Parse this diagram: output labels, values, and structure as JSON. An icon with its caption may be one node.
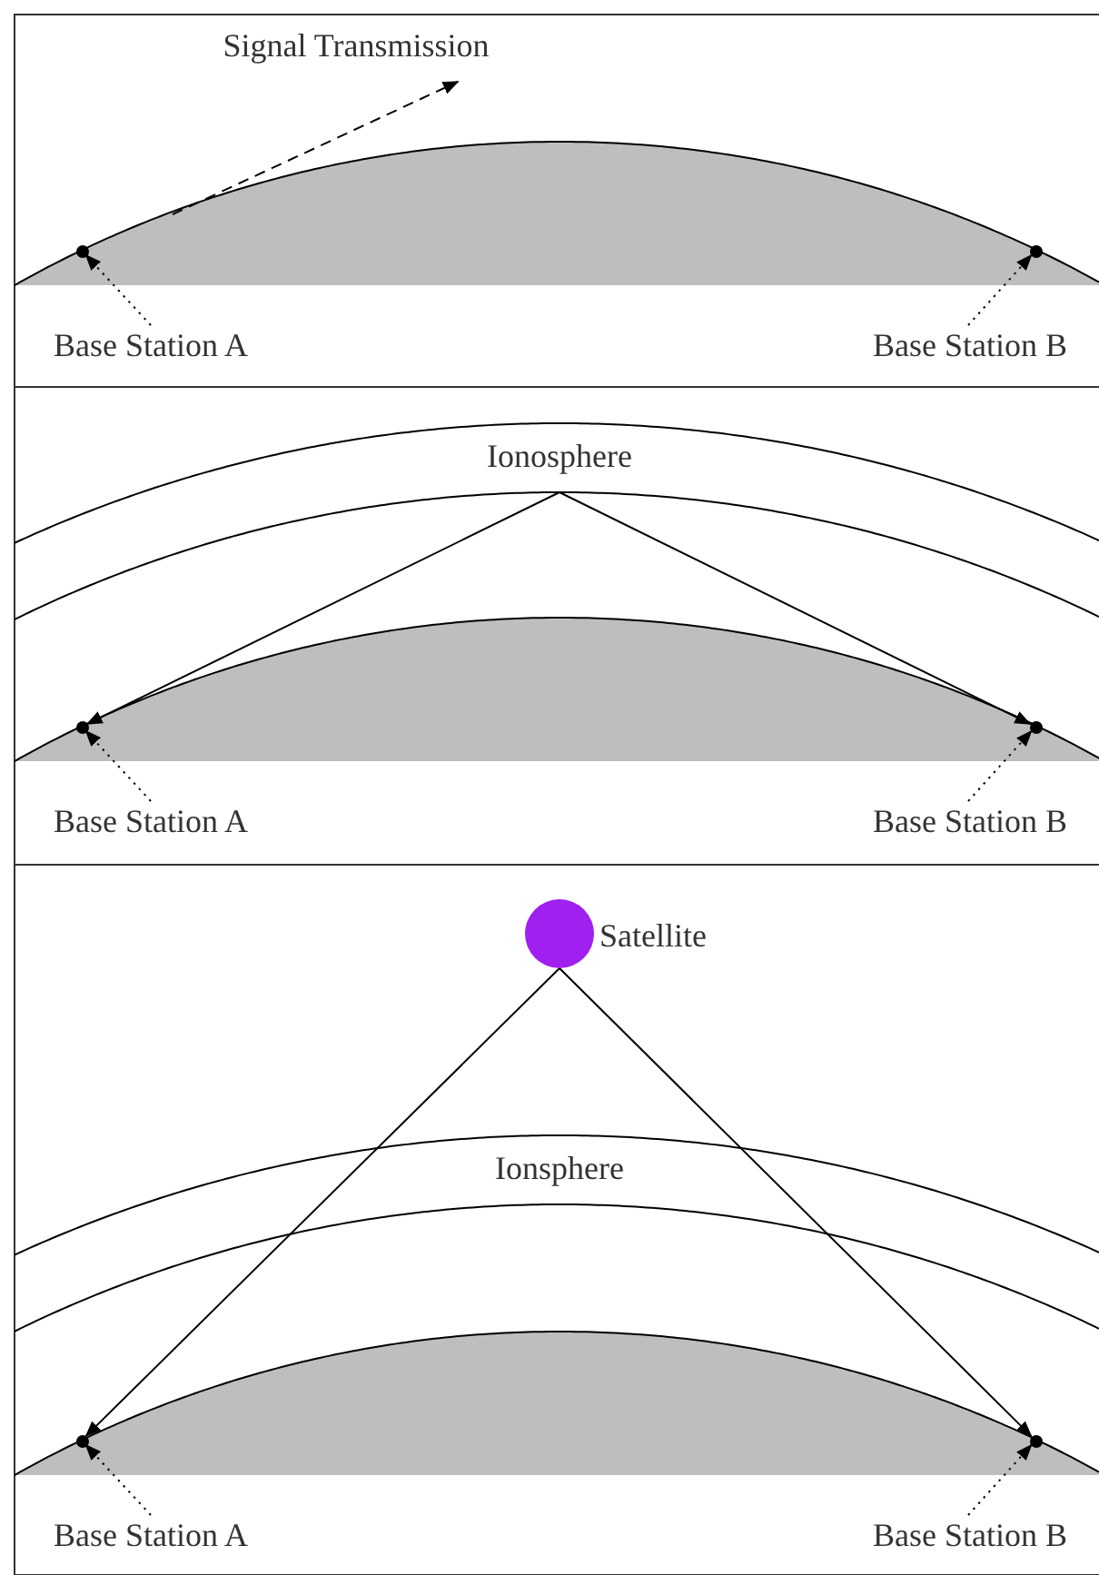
{
  "diagram": {
    "nodes": [
      {
        "text": [
          "Signal Transmission"
        ]
      },
      {
        "text": [],
        "shape": "circle"
      },
      {
        "text": [],
        "shape": "circle"
      },
      {
        "text": [
          "Base Station A"
        ]
      },
      {
        "text": [
          "Base Station B"
        ]
      },
      {
        "text": [
          "Ionosphere"
        ]
      },
      {
        "text": [],
        "shape": "circle"
      },
      {
        "text": [],
        "shape": "circle"
      },
      {
        "text": [
          "Base Station A"
        ]
      },
      {
        "text": [
          "Base Station B"
        ]
      },
      {
        "text": [],
        "shape": "circle",
        "beside": [
          "Satellite"
        ]
      },
      {
        "text": [
          "Ionsphere"
        ]
      },
      {
        "text": [],
        "shape": "circle"
      },
      {
        "text": [],
        "shape": "circle"
      },
      {
        "text": [
          "Base Station A"
        ]
      },
      {
        "text": [
          "Base Station B"
        ]
      }
    ],
    "edges": [
      {
        "from": null,
        "to": 0,
        "arrow": "to",
        "style": "dashed"
      },
      {
        "from": 3,
        "to": 1,
        "arrow": "to",
        "style": "dashed"
      },
      {
        "from": 4,
        "to": 2,
        "arrow": "to",
        "style": "dashed"
      },
      {
        "from": 5,
        "to": 6,
        "arrow": "to"
      },
      {
        "from": 5,
        "to": 7,
        "arrow": "to"
      },
      {
        "from": 8,
        "to": 6,
        "arrow": "to",
        "style": "dashed"
      },
      {
        "from": 9,
        "to": 7,
        "arrow": "to",
        "style": "dashed"
      },
      {
        "from": 10,
        "to": 12,
        "arrow": "to"
      },
      {
        "from": 10,
        "to": 13,
        "arrow": "to"
      },
      {
        "from": 14,
        "to": 12,
        "arrow": "to",
        "style": "dashed"
      },
      {
        "from": 15,
        "to": 13,
        "arrow": "to",
        "style": "dashed"
      }
    ]
  }
}
